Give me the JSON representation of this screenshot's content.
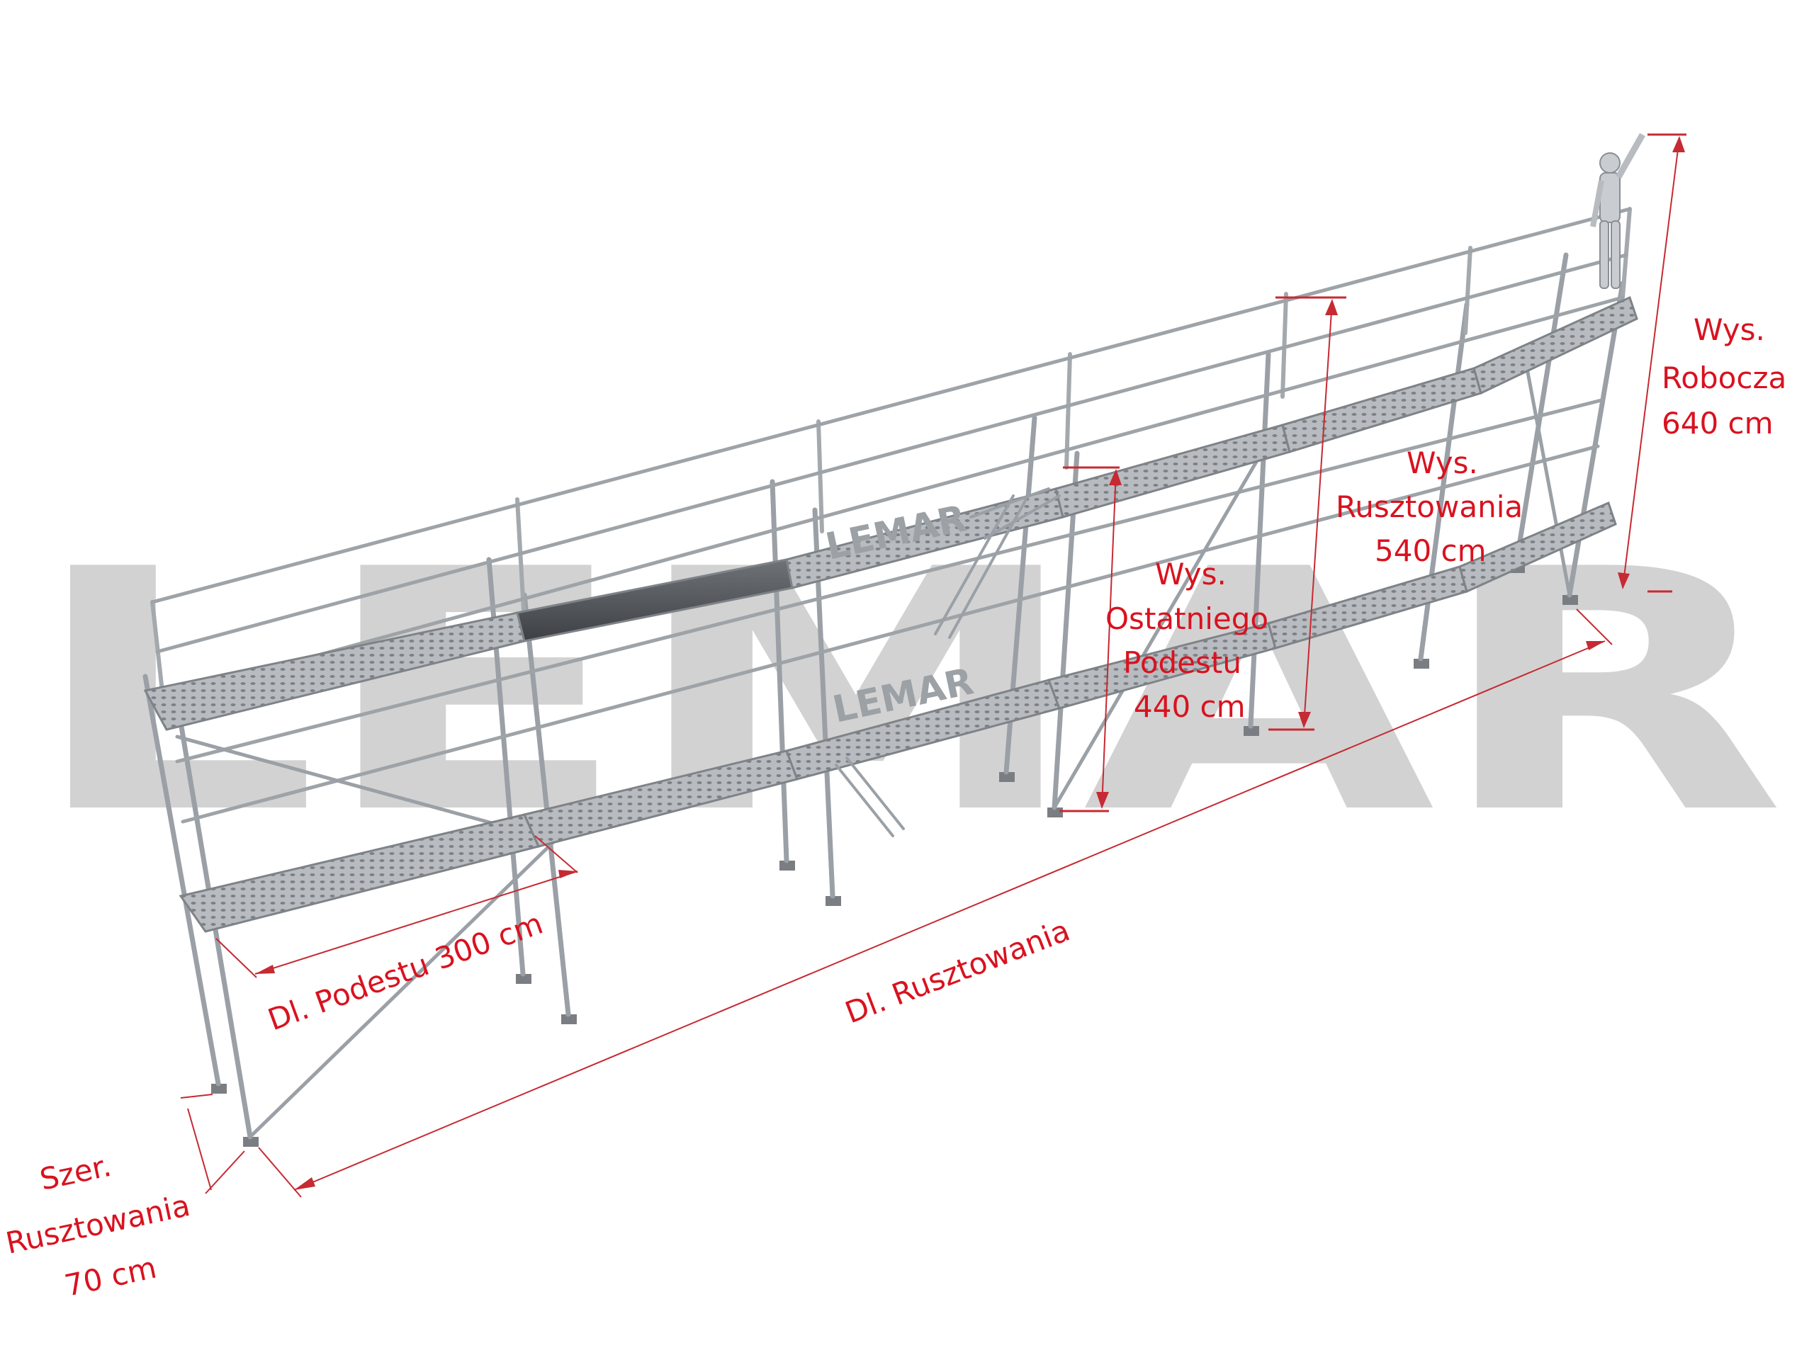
{
  "watermark": {
    "text": "LEMAR",
    "color": "#d2d2d2"
  },
  "plank_logo": "LEMAR",
  "dimensions": {
    "dl_rusztowania": "Dl. Rusztowania",
    "dl_podestu": "Dl. Podestu 300 cm",
    "szer_line1": "Szer.",
    "szer_line2": "Rusztowania",
    "szer_line3": "70 cm",
    "wys_ostatniego_line1": "Wys.",
    "wys_ostatniego_line2": "Ostatniego",
    "wys_ostatniego_line3": "Podestu",
    "wys_ostatniego_line4": "440 cm",
    "wys_rusztowania_line1": "Wys.",
    "wys_rusztowania_line2": "Rusztowania",
    "wys_rusztowania_line3": "540 cm",
    "wys_robocza_line1": "Wys.",
    "wys_robocza_line2": "Robocza",
    "wys_robocza_line3": "640 cm"
  },
  "colors": {
    "annotation": "#d9121f",
    "steel": "#8a8f94",
    "steel_light": "#c8ccd0",
    "deck": "#a9adb1"
  },
  "icons": [
    "person-figure",
    "ladder"
  ]
}
